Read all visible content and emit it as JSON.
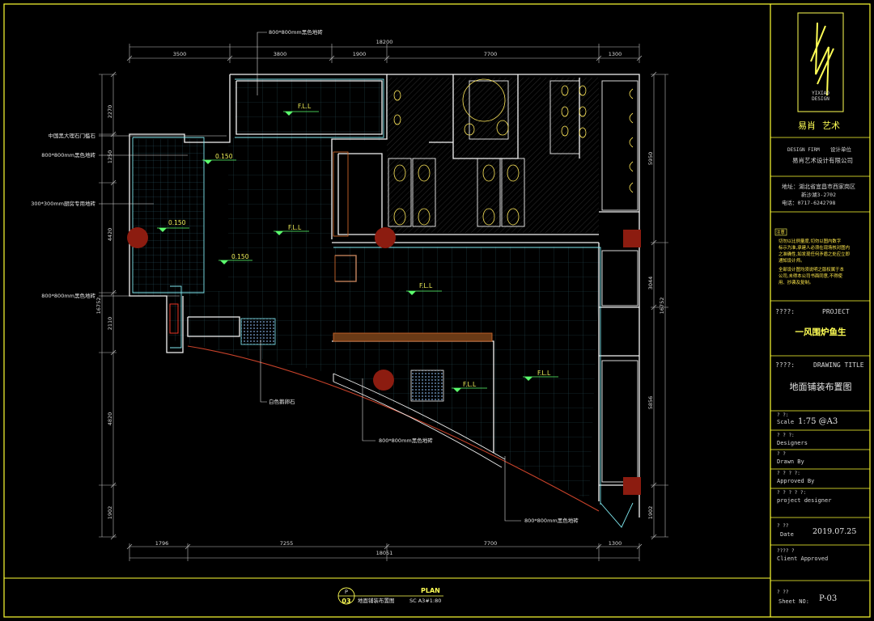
{
  "drawing": {
    "dims_top": {
      "total": "18200",
      "segments": [
        "3500",
        "3800",
        "1900",
        "7700",
        "1300"
      ]
    },
    "dims_bottom": {
      "total": "18051",
      "segments": [
        "1796",
        "7255",
        "7700",
        "1300"
      ]
    },
    "dims_left": {
      "total": "16752",
      "segments": [
        "2270",
        "1250",
        "4420",
        "2110",
        "4820",
        "1902"
      ]
    },
    "dims_right": {
      "total": "16752",
      "segments": [
        "5950",
        "3044",
        "5856",
        "1902"
      ]
    },
    "callouts": [
      "800*800mm黑色地砖",
      "中国黑大理石门槛石",
      "800*800mm黑色地砖",
      "300*300mm厨房专用地砖",
      "800*800mm黑色地砖",
      "白色鹅卵石",
      "800*800mm黑色地砖",
      "800*800mm黑色地砖"
    ],
    "levels": [
      "F.L.L",
      "0.150",
      "0.150",
      "0.150",
      "F.L.L",
      "F.L.L",
      "F.L.L",
      "F.L.L"
    ],
    "plan_tag": {
      "p": "P",
      "number": "03",
      "title": "地面铺装布置图",
      "label": "PLAN",
      "scale": "SC A3#1:80"
    }
  },
  "title_block": {
    "logo_en_1": "YIXIAO",
    "logo_en_2": "DESIGN",
    "logo_cn": "易肖",
    "logo_cn_2": "艺术",
    "design_firm_label": "DESIGN FIRM",
    "design_firm_cn": "设计单位",
    "firm_name": "易肖艺术设计有限公司",
    "address_1": "地址：湖北省宜昌市西家岗区",
    "address_2": "新沙湖3-2702",
    "phone": "电话：0717-6242798",
    "note_label": "注意",
    "note_lines": [
      "切勿以比例量度,切勿以图内数字",
      "标示为准,承建人必须在现场核对图内",
      "之准确性,如发现任何矛盾之处应立即",
      "通知设计师。",
      "全部设计图均须说明之版权属于本",
      "公司,未得本公司书面同意,不得使",
      "用、抄袭及复制。"
    ],
    "project_prefix": "????:",
    "project_label": "PROJECT",
    "project_name": "一风围炉鱼生",
    "drawing_title_prefix": "????:",
    "drawing_title_label": "DRAWING TITLE",
    "drawing_title": "地面铺装布置图",
    "scale_prefix": "? ?:",
    "scale_label": "Scale",
    "scale_value": "1:75 @A3",
    "designers_prefix": "? ? ?:",
    "designers_label": "Designers",
    "drawn_prefix": "? ?",
    "drawn_label": "Drawn By",
    "approved_prefix": "? ? ? ?:",
    "approved_label": "Approved By",
    "pd_prefix": "? ? ? ? ?:",
    "pd_label": "project designer",
    "date_prefix": "? ??",
    "date_label": "Date",
    "date_value": "2019.07.25",
    "client_prefix": "???? ?",
    "client_label": "Client Approved",
    "sheet_prefix": "? ??",
    "sheet_label": "Sheet NO:",
    "sheet_value": "P-03"
  },
  "colors": {
    "frame": "#ffff33",
    "wall": "#ffffff",
    "wall_cyan": "#7fe8ef",
    "column": "#8c1c10",
    "grid": "#28505a"
  }
}
